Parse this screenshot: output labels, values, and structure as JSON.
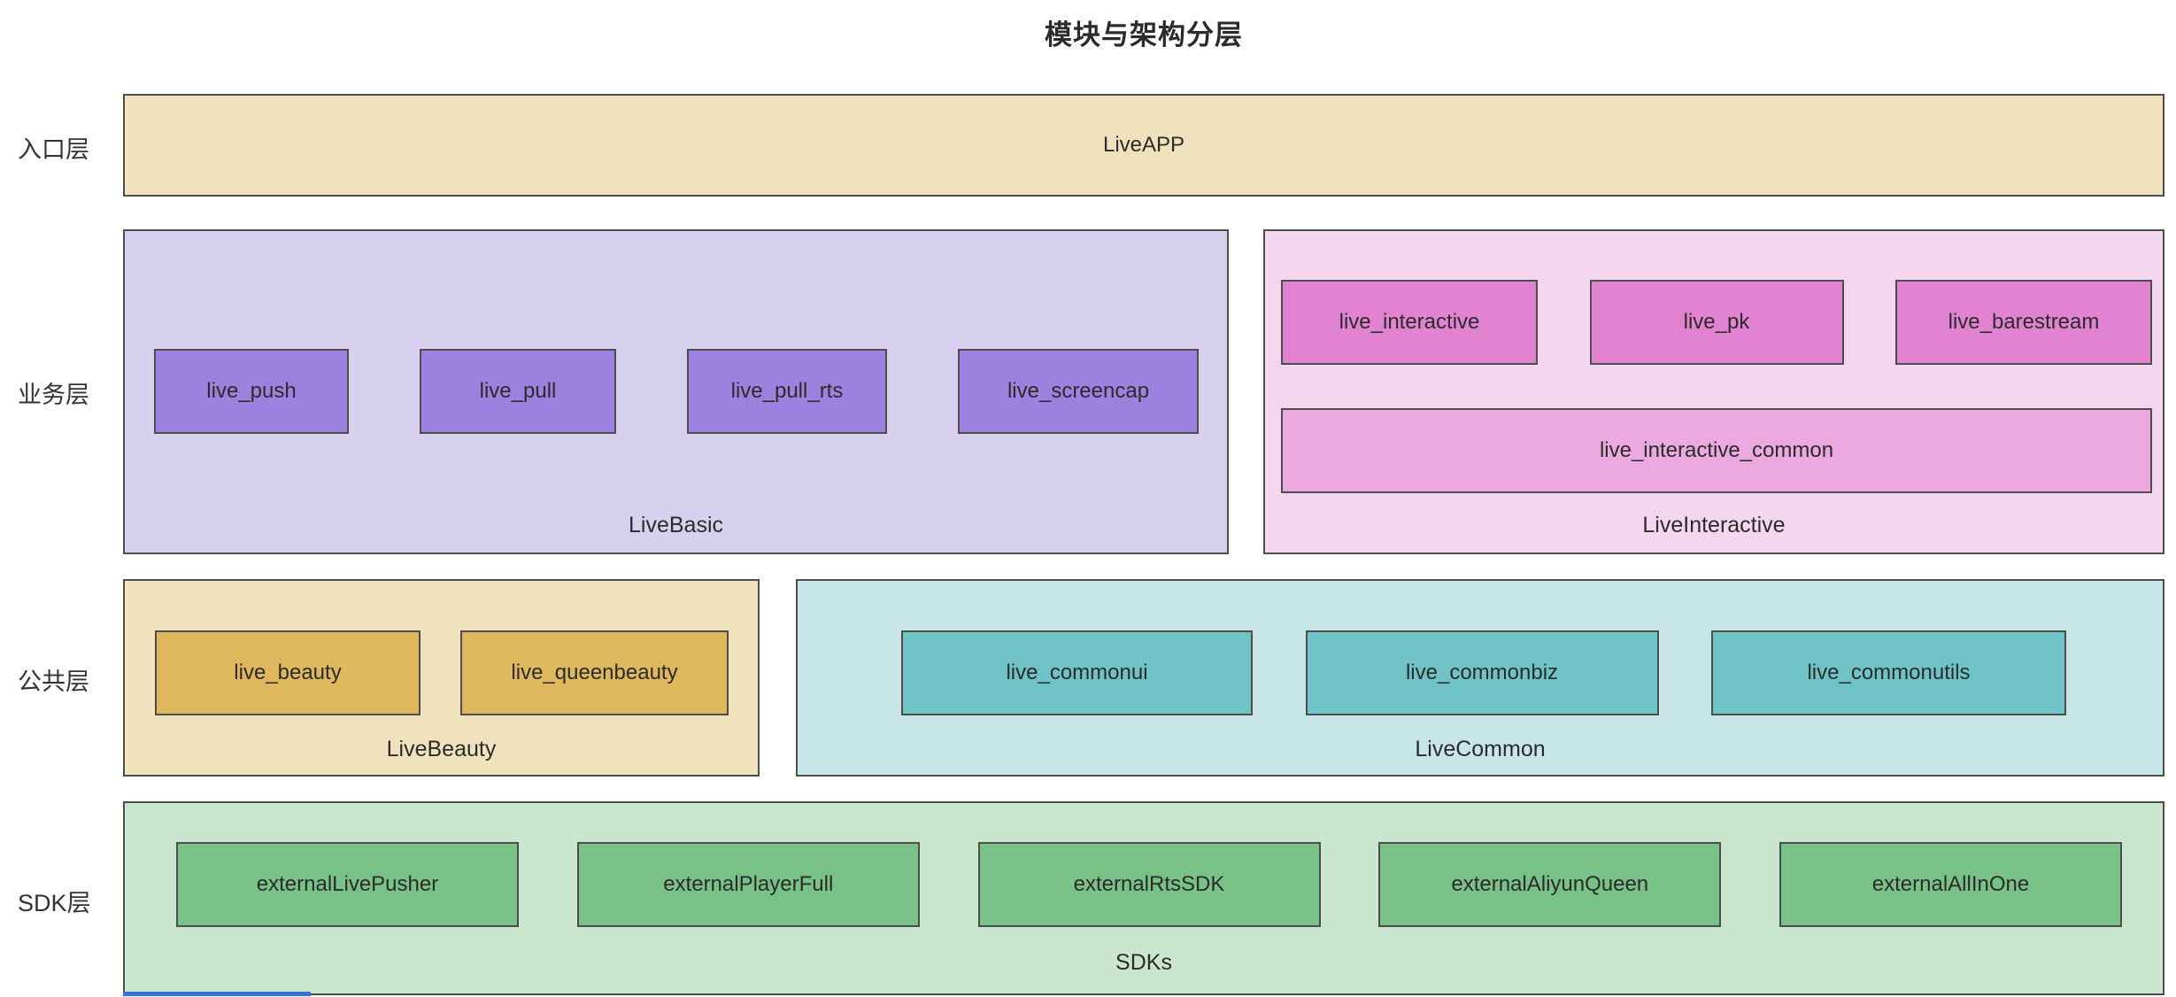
{
  "title": "模块与架构分层",
  "rows": {
    "entry": {
      "label": "入口层",
      "node": "LiveAPP"
    },
    "business": {
      "label": "业务层",
      "basic": {
        "name": "LiveBasic",
        "modules": [
          "live_push",
          "live_pull",
          "live_pull_rts",
          "live_screencap"
        ]
      },
      "interactive": {
        "name": "LiveInteractive",
        "modules": [
          "live_interactive",
          "live_pk",
          "live_barestream"
        ],
        "wide_module": "live_interactive_common"
      }
    },
    "common": {
      "label": "公共层",
      "beauty": {
        "name": "LiveBeauty",
        "modules": [
          "live_beauty",
          "live_queenbeauty"
        ]
      },
      "common": {
        "name": "LiveCommon",
        "modules": [
          "live_commonui",
          "live_commonbiz",
          "live_commonutils"
        ]
      }
    },
    "sdk": {
      "label": "SDK层",
      "sdks": {
        "name": "SDKs",
        "modules": [
          "externalLivePusher",
          "externalPlayerFull",
          "externalRtsSDK",
          "externalAliyunQueen",
          "externalAllInOne"
        ]
      }
    }
  },
  "colors": {
    "entry_fill": "#f0e2bc",
    "basic_fill": "#d8d0ef",
    "basic_module_fill": "#9c82de",
    "interactive_fill": "#f5d6ef",
    "interactive_module_fill": "#e283d2",
    "interactive_wide_module_fill": "#eba9e0",
    "beauty_fill": "#f0e2bc",
    "beauty_module_fill": "#dfb75c",
    "common_fill": "#c8e5e8",
    "common_module_fill": "#6fc3c7",
    "sdk_fill": "#cbe6ce",
    "sdk_module_fill": "#79c287",
    "border": "#4d4d4d",
    "bottom_edge_artifact": "#3b6fd8"
  }
}
